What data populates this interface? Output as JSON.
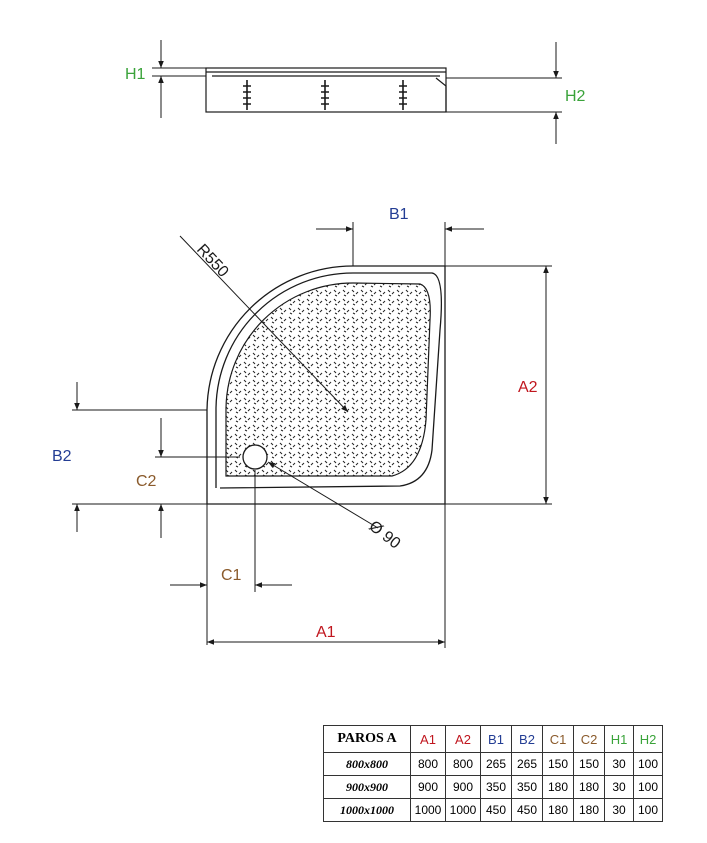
{
  "labels": {
    "h1": "H1",
    "h2": "H2",
    "b1": "B1",
    "b2": "B2",
    "a1": "A1",
    "a2": "A2",
    "c1": "C1",
    "c2": "C2",
    "radius": "R550",
    "drain": "Ø 90"
  },
  "colors": {
    "a": "#c0161e",
    "b": "#233d94",
    "c": "#8a5a2b",
    "h": "#3aa33a",
    "line": "#1a1a1a"
  },
  "table": {
    "model": "PAROS A",
    "headers": [
      "A1",
      "A2",
      "B1",
      "B2",
      "C1",
      "C2",
      "H1",
      "H2"
    ],
    "rows": [
      {
        "size": "800x800",
        "values": [
          "800",
          "800",
          "265",
          "265",
          "150",
          "150",
          "30",
          "100"
        ]
      },
      {
        "size": "900x900",
        "values": [
          "900",
          "900",
          "350",
          "350",
          "180",
          "180",
          "30",
          "100"
        ]
      },
      {
        "size": "1000x1000",
        "values": [
          "1000",
          "1000",
          "450",
          "450",
          "180",
          "180",
          "30",
          "100"
        ]
      }
    ]
  }
}
